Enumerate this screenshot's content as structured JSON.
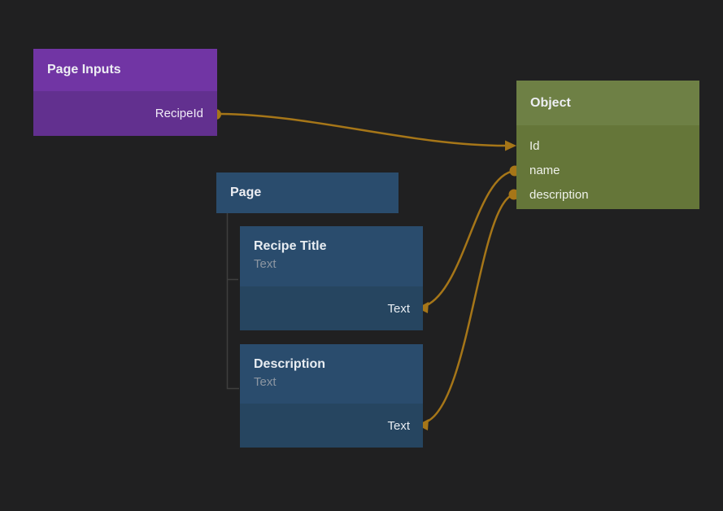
{
  "colors": {
    "background": "#202021",
    "wire": "#a67618",
    "tree_line": "#3e3e3e",
    "page_inputs_header": "#7135a4",
    "page_inputs_body": "#62308f",
    "object_header": "#6e8045",
    "object_body": "#657639",
    "blue_header": "#2a4c6d",
    "blue_body": "#264560"
  },
  "nodes": {
    "page_inputs": {
      "title": "Page Inputs",
      "output_label": "RecipeId"
    },
    "object": {
      "title": "Object",
      "fields": [
        "Id",
        "name",
        "description"
      ]
    },
    "page": {
      "title": "Page"
    },
    "recipe_title": {
      "title": "Recipe Title",
      "subtitle": "Text",
      "input_label": "Text"
    },
    "description": {
      "title": "Description",
      "subtitle": "Text",
      "input_label": "Text"
    }
  },
  "connections": [
    {
      "from": "Page Inputs.RecipeId",
      "to": "Object.Id"
    },
    {
      "from": "Object.name",
      "to": "Recipe Title.Text"
    },
    {
      "from": "Object.description",
      "to": "Description.Text"
    }
  ]
}
